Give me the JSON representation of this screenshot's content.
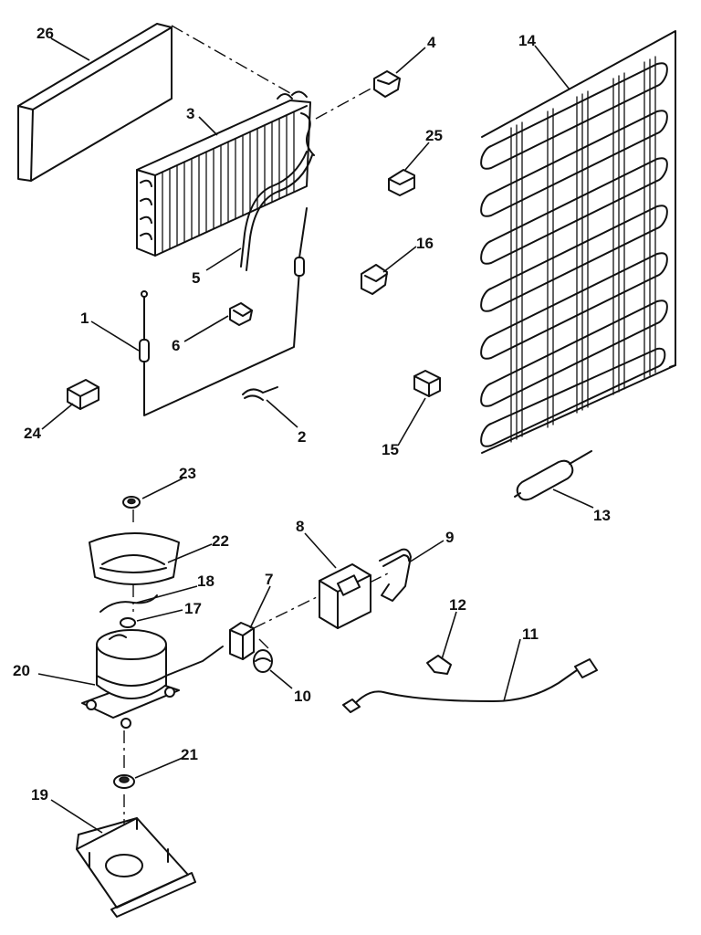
{
  "diagram": {
    "parts": [
      {
        "id": "1"
      },
      {
        "id": "2"
      },
      {
        "id": "3"
      },
      {
        "id": "4"
      },
      {
        "id": "5"
      },
      {
        "id": "6"
      },
      {
        "id": "7"
      },
      {
        "id": "8"
      },
      {
        "id": "9"
      },
      {
        "id": "10"
      },
      {
        "id": "11"
      },
      {
        "id": "12"
      },
      {
        "id": "13"
      },
      {
        "id": "14"
      },
      {
        "id": "15"
      },
      {
        "id": "16"
      },
      {
        "id": "17"
      },
      {
        "id": "18"
      },
      {
        "id": "19"
      },
      {
        "id": "20"
      },
      {
        "id": "21"
      },
      {
        "id": "22"
      },
      {
        "id": "23"
      },
      {
        "id": "24"
      },
      {
        "id": "25"
      },
      {
        "id": "26"
      }
    ]
  }
}
